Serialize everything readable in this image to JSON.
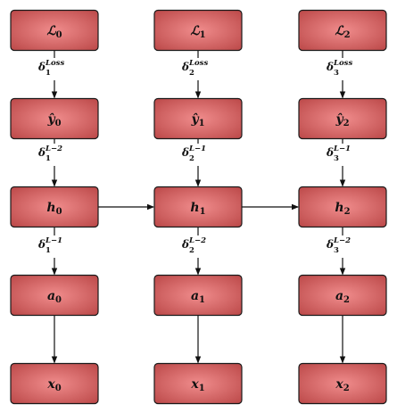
{
  "columns": [
    {
      "nodes": [
        {
          "id": "L0",
          "base": "ℒ",
          "sub": "0"
        },
        {
          "id": "yhat0",
          "base": "ŷ",
          "sub": "0"
        },
        {
          "id": "h0",
          "base": "h",
          "sub": "0"
        },
        {
          "id": "a0",
          "base": "a",
          "sub": "0"
        },
        {
          "id": "x0",
          "base": "x",
          "sub": "0"
        }
      ],
      "edge_labels": [
        {
          "base": "δ",
          "sub": "1",
          "sup": "Loss"
        },
        {
          "base": "δ",
          "sub": "1",
          "sup": "L−2"
        },
        {
          "base": "δ",
          "sub": "1",
          "sup": "L−1"
        }
      ]
    },
    {
      "nodes": [
        {
          "id": "L1",
          "base": "ℒ",
          "sub": "1"
        },
        {
          "id": "yhat1",
          "base": "ŷ",
          "sub": "1"
        },
        {
          "id": "h1",
          "base": "h",
          "sub": "1"
        },
        {
          "id": "a1",
          "base": "a",
          "sub": "1"
        },
        {
          "id": "x1",
          "base": "x",
          "sub": "1"
        }
      ],
      "edge_labels": [
        {
          "base": "δ",
          "sub": "2",
          "sup": "Loss"
        },
        {
          "base": "δ",
          "sub": "2",
          "sup": "L−1"
        },
        {
          "base": "δ",
          "sub": "2",
          "sup": "L−2"
        }
      ]
    },
    {
      "nodes": [
        {
          "id": "L2",
          "base": "ℒ",
          "sub": "2"
        },
        {
          "id": "yhat2",
          "base": "ŷ",
          "sub": "2"
        },
        {
          "id": "h2",
          "base": "h",
          "sub": "2"
        },
        {
          "id": "a2",
          "base": "a",
          "sub": "2"
        },
        {
          "id": "x2",
          "base": "x",
          "sub": "2"
        }
      ],
      "edge_labels": [
        {
          "base": "δ",
          "sub": "3",
          "sup": "Loss"
        },
        {
          "base": "δ",
          "sub": "3",
          "sup": "L−1"
        },
        {
          "base": "δ",
          "sub": "3",
          "sup": "L−2"
        }
      ]
    }
  ],
  "colors": {
    "box_center": "#f08c8c",
    "box_edge": "#bf4d4d",
    "stroke": "#1a1a1a"
  }
}
